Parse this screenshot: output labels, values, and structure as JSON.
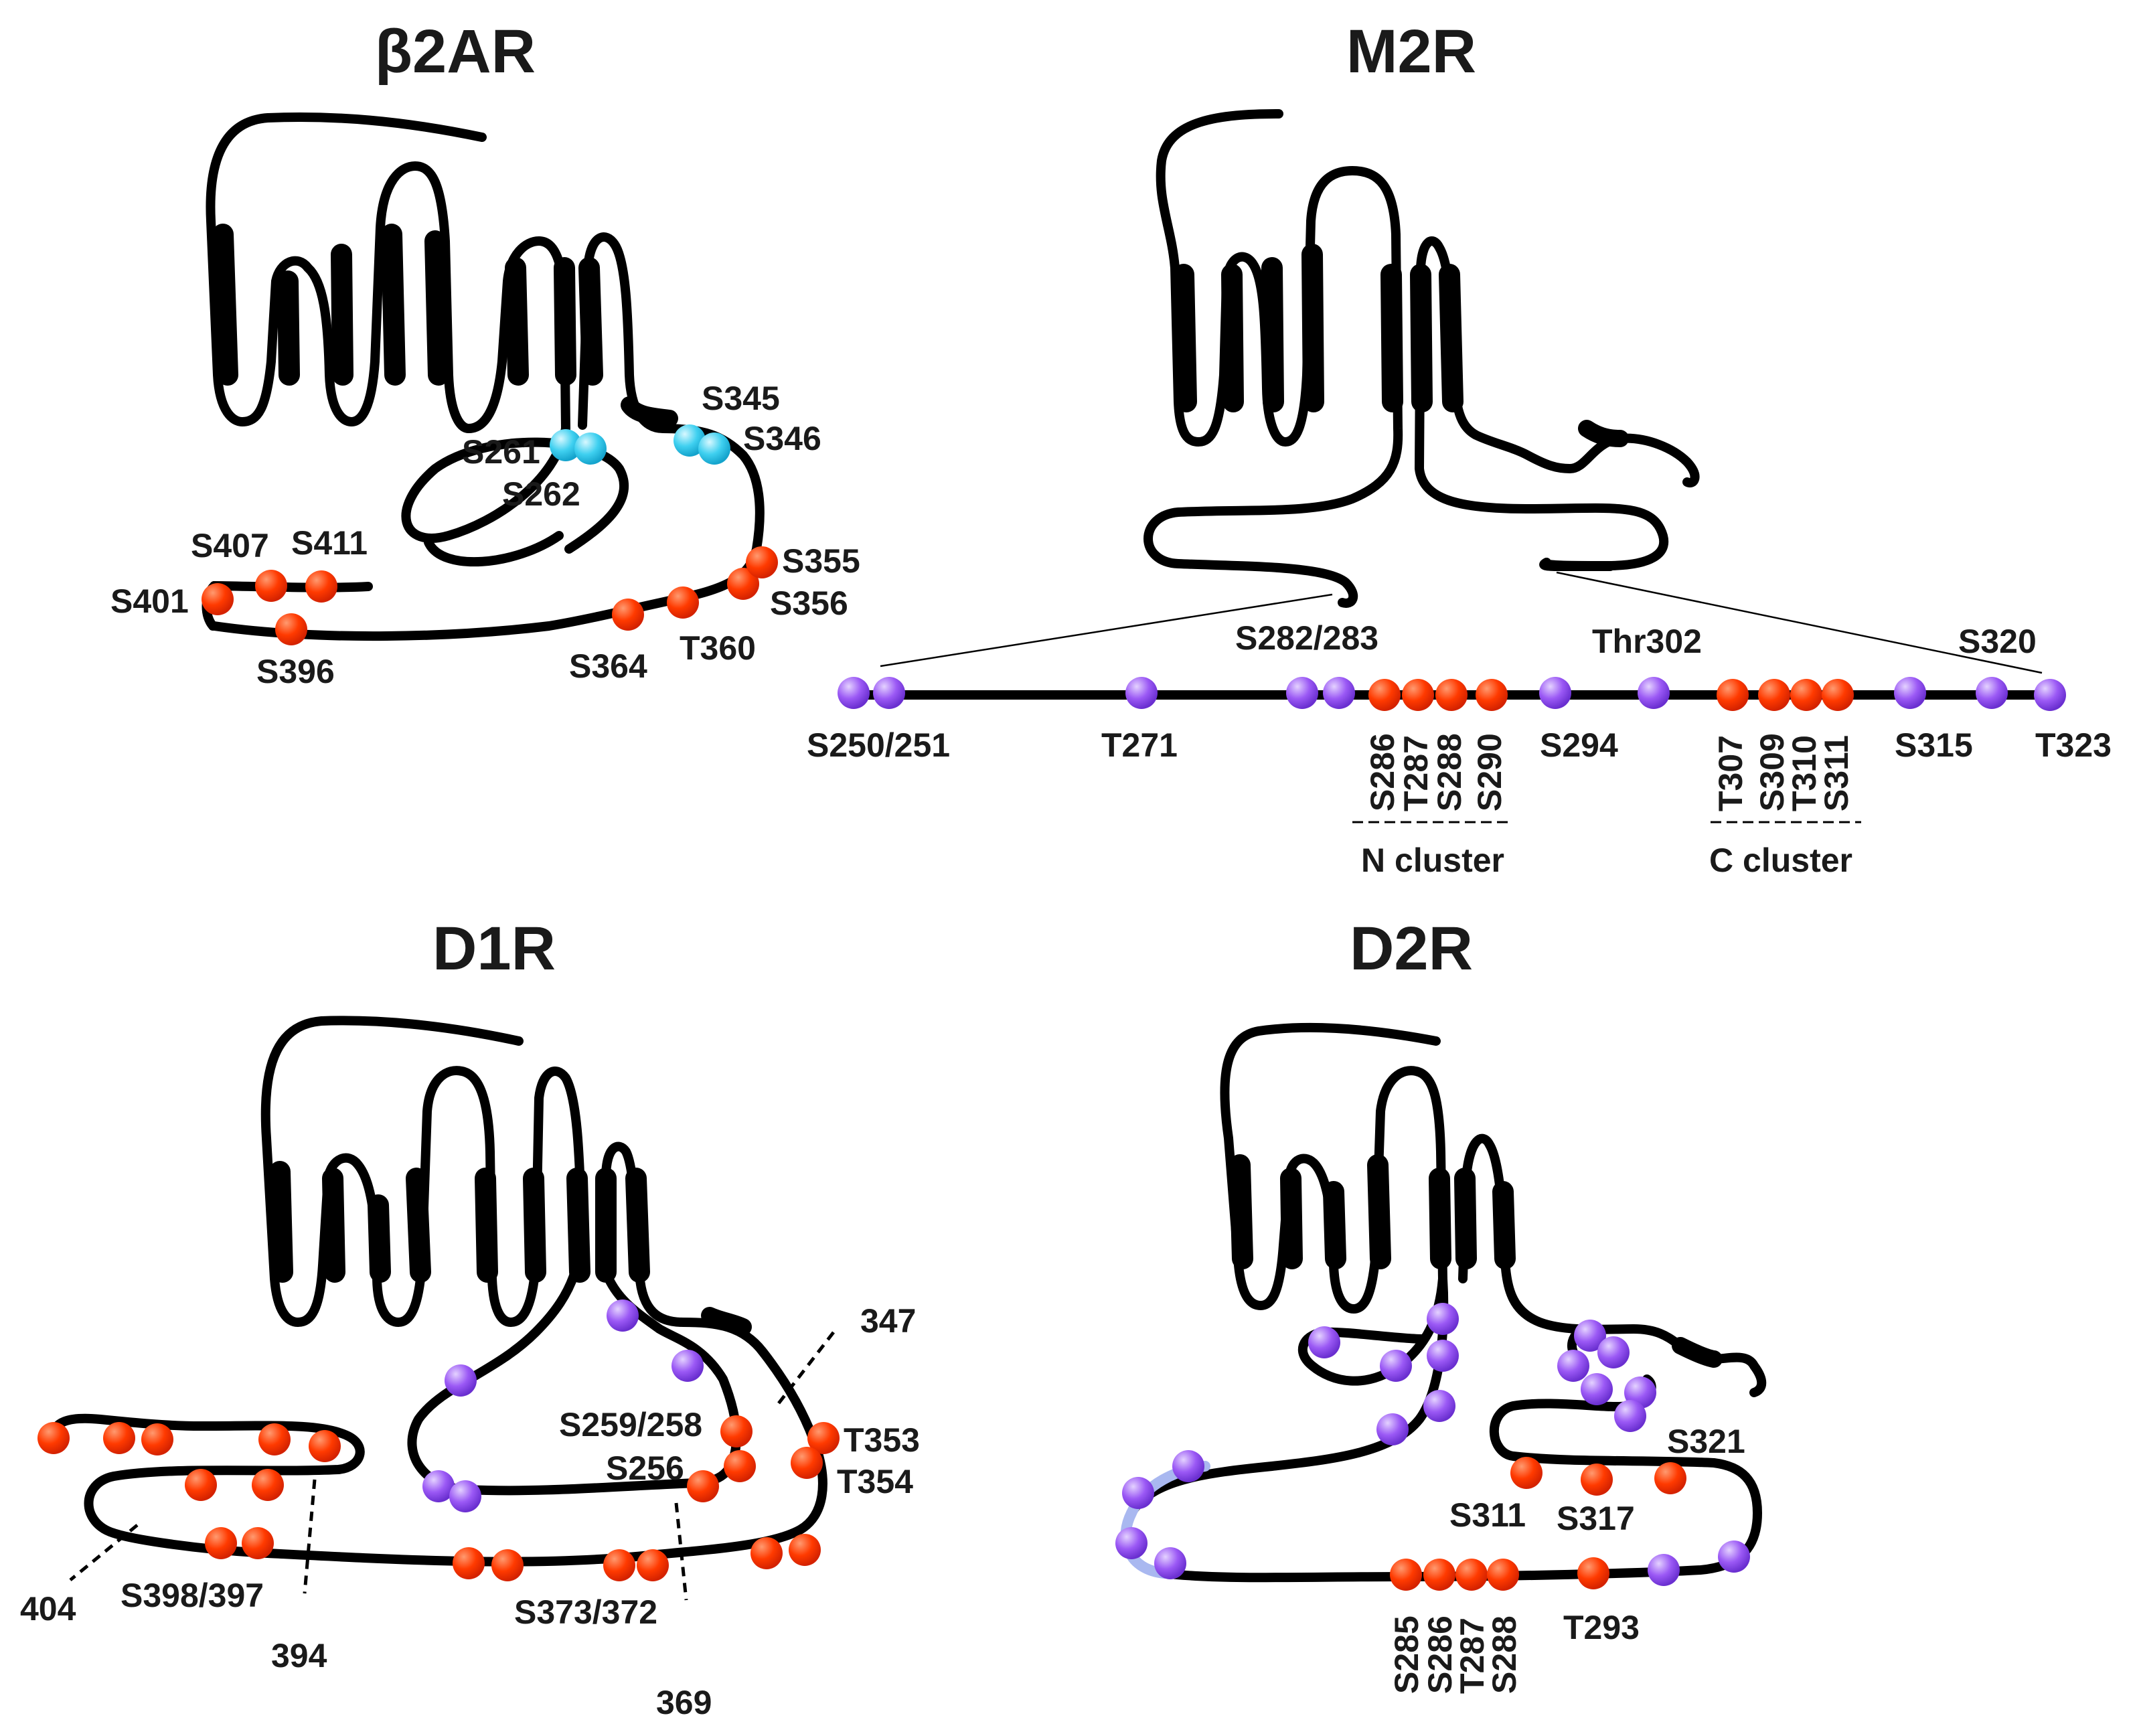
{
  "colors": {
    "phospho_red": "#ff3300",
    "phospho_purple": "#9b59f5",
    "phospho_cyan": "#3fd0f0",
    "line": "#000000",
    "bg": "#ffffff"
  },
  "panels": {
    "b2ar": {
      "title": "β2AR",
      "labels": {
        "s345": "S345",
        "s346": "S346",
        "s261": "S261",
        "s262": "S262",
        "s407": "S407",
        "s411": "S411",
        "s401": "S401",
        "s355": "S355",
        "s356": "S356",
        "s396": "S396",
        "s364": "S364",
        "t360": "T360"
      }
    },
    "m2r": {
      "title": "M2R",
      "labels": {
        "s282_283": "S282/283",
        "thr302": "Thr302",
        "s320": "S320",
        "s250_251": "S250/251",
        "t271": "T271",
        "s294": "S294",
        "s315": "S315",
        "t323": "T323"
      },
      "n_cluster": {
        "name": "N cluster",
        "sites": [
          "S286",
          "T287",
          "S288",
          "S290"
        ]
      },
      "c_cluster": {
        "name": "C cluster",
        "sites": [
          "T307",
          "S309",
          "T310",
          "S311"
        ]
      }
    },
    "d1r": {
      "title": "D1R",
      "labels": {
        "n347": "347",
        "s259_258": "S259/258",
        "t353": "T353",
        "s256": "S256",
        "t354": "T354",
        "n404": "404",
        "s398_397": "S398/397",
        "s373_372": "S373/372",
        "n394": "394",
        "n369": "369"
      }
    },
    "d2r": {
      "title": "D2R",
      "labels": {
        "s321": "S321",
        "s311": "S311",
        "s317": "S317",
        "t293": "T293"
      },
      "vertical_sites": [
        "S285",
        "S286",
        "T287",
        "S288"
      ]
    }
  }
}
